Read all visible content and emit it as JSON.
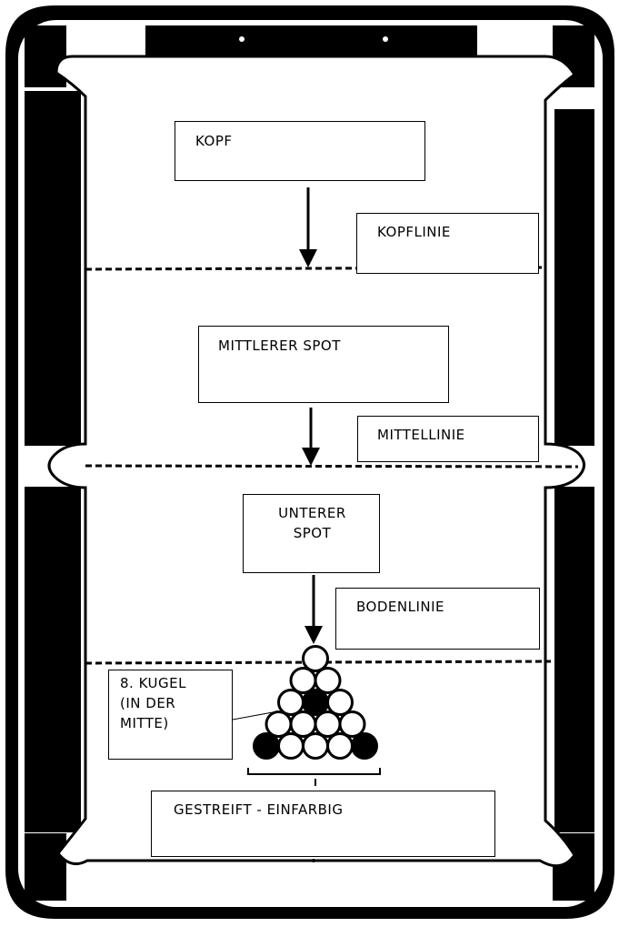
{
  "title": "",
  "colors": {
    "frame": "#000000",
    "felt": "#ffffff",
    "line": "#000000"
  },
  "labels": {
    "kopf": "KOPF",
    "kopflinie": "KOPFLINIE",
    "mittlerer_spot": "MITTLERER SPOT",
    "mittellinie": "MITTELLINIE",
    "unterer_spot": "UNTERER\nSPOT",
    "bodenlinie": "BODENLINIE",
    "eight_ball": "8. KUGEL\n(IN   DER\nMITTE)",
    "gestreift_einfarbig": "GESTREIFT - EINFARBIG"
  },
  "rack": {
    "rows": [
      1,
      2,
      3,
      4,
      5
    ],
    "black_balls": [
      "row3-center",
      "row5-left",
      "row5-right"
    ]
  }
}
